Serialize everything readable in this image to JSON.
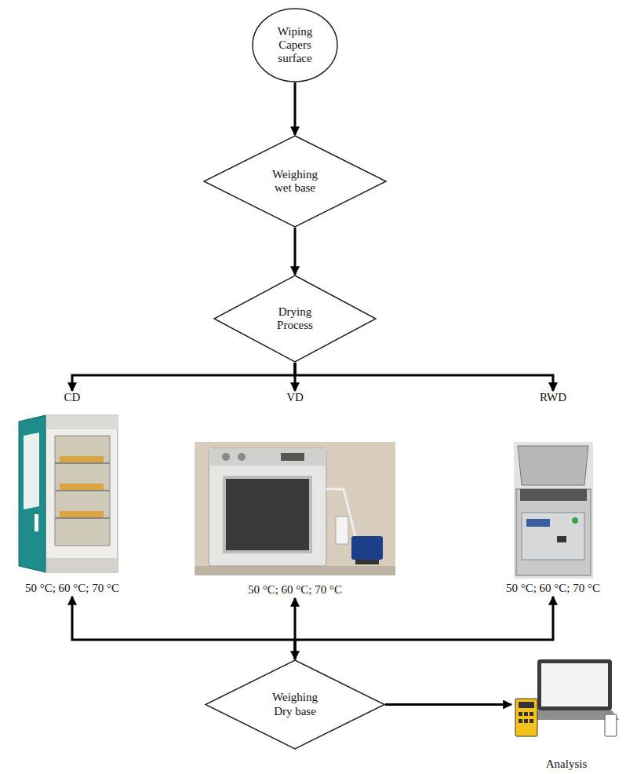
{
  "diagram": {
    "nodes": [
      {
        "text": [
          "Wiping Capers surface"
        ]
      },
      {
        "text": [
          "Weighing wet base"
        ]
      },
      {
        "text": [
          "Drying Process"
        ]
      },
      {
        "text": [
          "CD",
          "50 °C; 60 °C; 70 °C"
        ]
      },
      {
        "text": [
          "VD",
          "50 °C; 60 °C; 70 °C"
        ]
      },
      {
        "text": [
          "RWD",
          "50 °C; 60 °C; 70 °C"
        ]
      },
      {
        "text": [
          "Weighing Dry base"
        ]
      },
      {
        "text": [
          "Analysis"
        ]
      }
    ],
    "edges": [
      {
        "from": 0,
        "to": 1,
        "arrow": "to"
      },
      {
        "from": 1,
        "to": 2,
        "arrow": "to"
      },
      {
        "from": 2,
        "to": 3,
        "arrow": "to"
      },
      {
        "from": 2,
        "to": 4,
        "arrow": "to"
      },
      {
        "from": 2,
        "to": 5,
        "arrow": "to"
      },
      {
        "from": 6,
        "to": 3,
        "arrow": "to"
      },
      {
        "from": 6,
        "to": 4,
        "arrow": "both"
      },
      {
        "from": 6,
        "to": 5,
        "arrow": "to"
      },
      {
        "from": 6,
        "to": 7,
        "arrow": "to"
      }
    ]
  }
}
